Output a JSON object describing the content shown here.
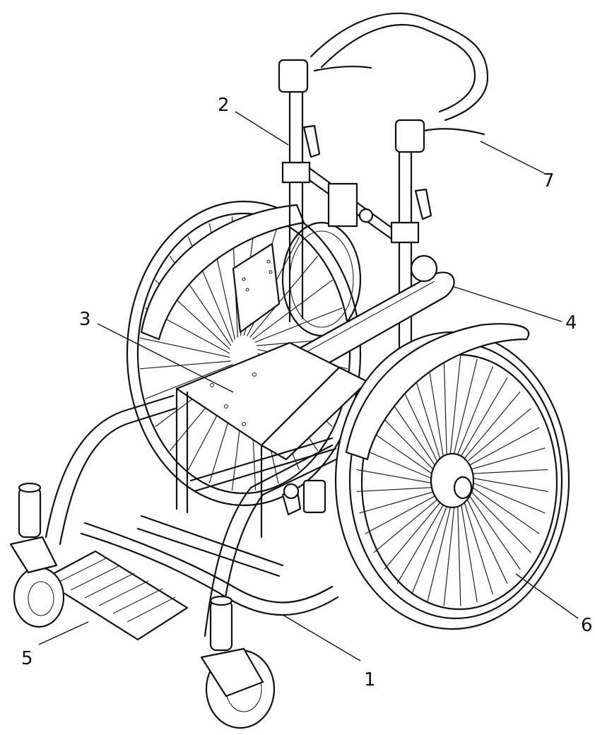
{
  "diagram": {
    "subject-icon": "wheelchair-illustration",
    "callouts": [
      {
        "id": "1",
        "label": "1"
      },
      {
        "id": "2",
        "label": "2"
      },
      {
        "id": "3",
        "label": "3"
      },
      {
        "id": "4",
        "label": "4"
      },
      {
        "id": "5",
        "label": "5"
      },
      {
        "id": "6",
        "label": "6"
      },
      {
        "id": "7",
        "label": "7"
      }
    ]
  }
}
